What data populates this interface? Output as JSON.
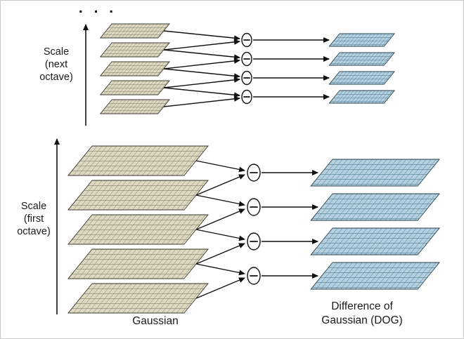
{
  "diagram": {
    "labels": {
      "ellipsis": ". . .",
      "scale_next": [
        "Scale",
        "(next",
        "octave)"
      ],
      "scale_first": [
        "Scale",
        "(first",
        "octave)"
      ],
      "gaussian": "Gaussian",
      "dog_line1": "Difference of",
      "dog_line2": "Gaussian (DOG)"
    },
    "colors": {
      "gaussian_fill": "#ded8c2",
      "gaussian_grid": "#716e55",
      "gaussian_edge": "#3c3a2e",
      "dog_fill": "#b5d0df",
      "dog_grid": "#3e6a80",
      "dog_edge": "#27424f",
      "arrow": "#111111",
      "node_fill": "#ffffff",
      "text": "#1a1a1a"
    },
    "structure": {
      "operation": "subtract",
      "octaves": [
        {
          "label": "next octave",
          "gaussian_images": 5,
          "dog_images": 4
        },
        {
          "label": "first octave",
          "gaussian_images": 5,
          "dog_images": 4
        }
      ]
    }
  }
}
